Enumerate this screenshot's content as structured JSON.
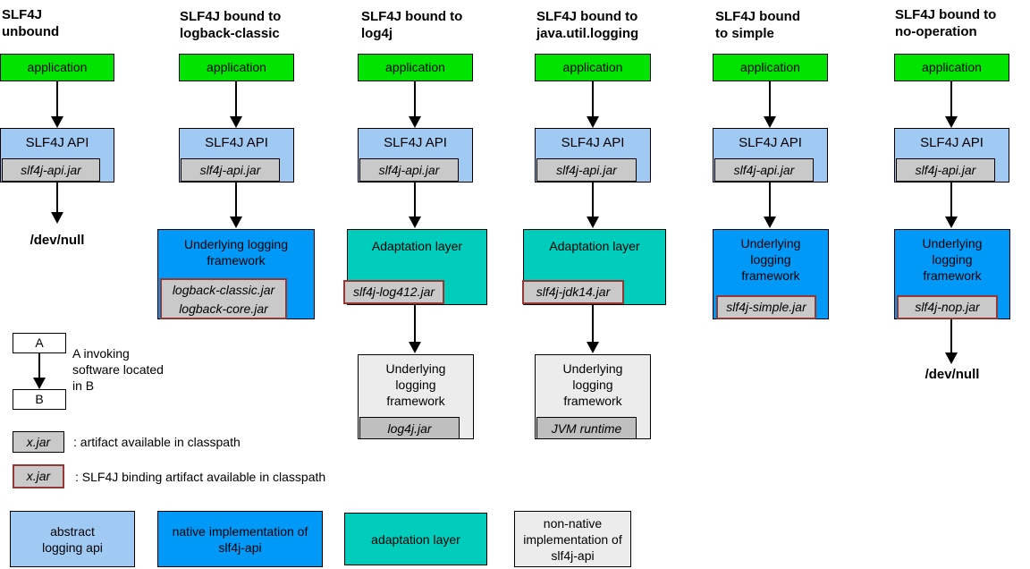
{
  "colors": {
    "application_green": "#00E400",
    "abstract_api_blue": "#A0CAF4",
    "native_impl_blue": "#0099F8",
    "adaptation_teal": "#00CCBB",
    "artifact_gray": "#C9C9C9",
    "non_native_gray": "#ECECEC",
    "binding_border_red": "#953735"
  },
  "columns": [
    {
      "title1": "SLF4J",
      "title2": "unbound",
      "app": "application",
      "api": "SLF4J API",
      "api_jar": "slf4j-api.jar",
      "sink": "/dev/null"
    },
    {
      "title1": "SLF4J bound to",
      "title2": "logback-classic",
      "app": "application",
      "api": "SLF4J API",
      "api_jar": "slf4j-api.jar",
      "framework": "Underlying logging framework",
      "framework_jar1": "logback-classic.jar",
      "framework_jar2": "logback-core.jar"
    },
    {
      "title1": "SLF4J bound to",
      "title2": "log4j",
      "app": "application",
      "api": "SLF4J API",
      "api_jar": "slf4j-api.jar",
      "adaptation": "Adaptation layer",
      "adaptation_jar": "slf4j-log412.jar",
      "framework": "Underlying logging framework",
      "framework_jar": "log4j.jar"
    },
    {
      "title1": "SLF4J bound to",
      "title2": "java.util.logging",
      "app": "application",
      "api": "SLF4J API",
      "api_jar": "slf4j-api.jar",
      "adaptation": "Adaptation layer",
      "adaptation_jar": "slf4j-jdk14.jar",
      "framework": "Underlying logging framework",
      "framework_jar": "JVM runtime"
    },
    {
      "title1": "SLF4J bound",
      "title2": "to simple",
      "app": "application",
      "api": "SLF4J API",
      "api_jar": "slf4j-api.jar",
      "framework": "Underlying logging framework",
      "framework_jar": "slf4j-simple.jar"
    },
    {
      "title1": "SLF4J bound to",
      "title2": "no-operation",
      "app": "application",
      "api": "SLF4J API",
      "api_jar": "slf4j-api.jar",
      "framework": "Underlying logging framework",
      "framework_jar": "slf4j-nop.jar",
      "sink": "/dev/null"
    }
  ],
  "legend": {
    "invoker": "A",
    "invokee": "B",
    "invoke_line1": "A invoking",
    "invoke_line2": "software located",
    "invoke_line3": "in B",
    "artifact_jar": "x.jar",
    "artifact_caption": ": artifact available in classpath",
    "binding_jar": "x.jar",
    "binding_caption": ": SLF4J binding artifact available in classpath"
  },
  "key": {
    "abstract": "abstract logging api",
    "native": "native implementation of slf4j-api",
    "adaptation": "adaptation layer",
    "non_native": "non-native implementation of slf4j-api"
  }
}
